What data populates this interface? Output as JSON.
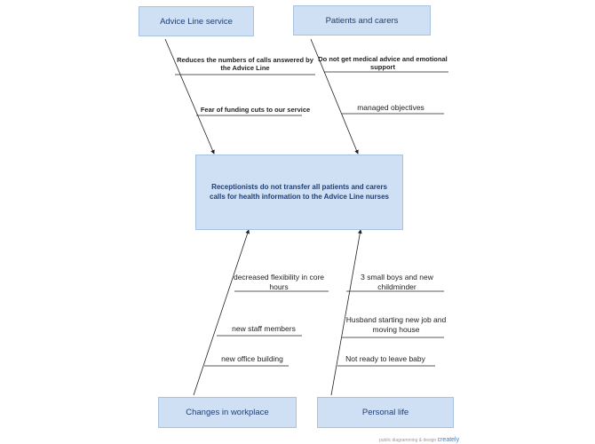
{
  "categories": {
    "advice_line": "Advice Line service",
    "patients": "Patients and carers",
    "workplace": "Changes in workplace",
    "personal": "Personal life"
  },
  "problem": "Receptionists do not transfer all patients and carers calls for health information to the Advice Line nurses",
  "causes": {
    "advice_line": [
      "Reduces the numbers of calls answered by the Advice Line",
      "Fear of funding cuts to our service"
    ],
    "patients": [
      "Do not get medical advice and emotional support",
      "managed objectives"
    ],
    "workplace": [
      "decreased flexibility in core hours",
      "new staff members",
      "new office building"
    ],
    "personal": [
      "3 small boys and new childminder",
      "Husband starting new job and moving house",
      "Not ready to leave baby"
    ]
  },
  "footer": {
    "text": "public diagramming & design",
    "brand": "creately"
  }
}
